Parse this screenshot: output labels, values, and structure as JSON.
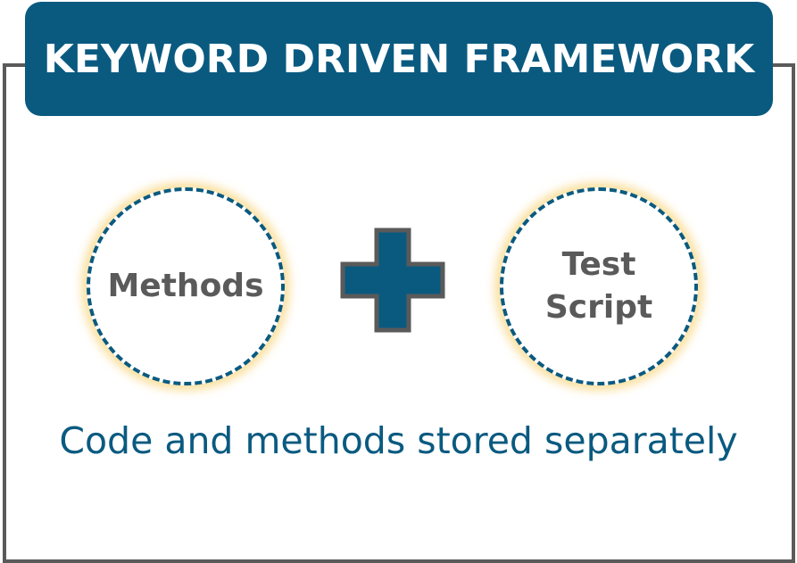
{
  "title": "KEYWORD DRIVEN FRAMEWORK",
  "left_circle": {
    "label": "Methods"
  },
  "right_circle": {
    "line1": "Test",
    "line2": "Script"
  },
  "operator": "plus-icon",
  "caption": "Code and methods stored separately",
  "colors": {
    "primary": "#0a5a80",
    "gray": "#5a5a5a",
    "glow": "#fad782"
  }
}
